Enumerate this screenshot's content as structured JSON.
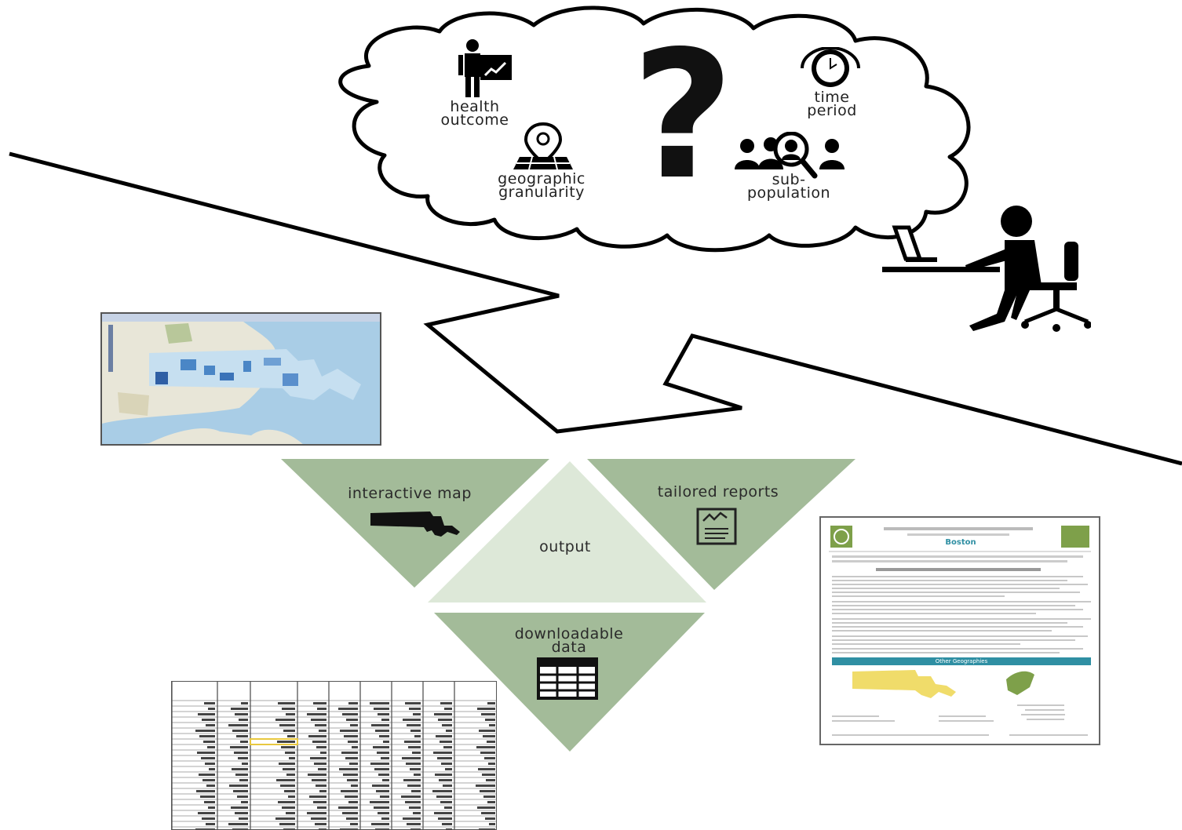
{
  "cloud": {
    "question_mark": "?",
    "items": [
      {
        "label": "health\noutcome",
        "icon": "health-outcome-icon"
      },
      {
        "label": "time\nperiod",
        "icon": "clock-icon"
      },
      {
        "label": "geographic\ngranularity",
        "icon": "map-pin-icon"
      },
      {
        "label": "sub-\npopulation",
        "icon": "population-search-icon"
      }
    ]
  },
  "user_icon": "person-at-computer-icon",
  "triangle": {
    "center": "output",
    "left": {
      "label": "interactive map",
      "icon": "massachusetts-map-icon"
    },
    "right": {
      "label": "tailored reports",
      "icon": "report-document-icon"
    },
    "bottom": {
      "label": "downloadable\ndata",
      "icon": "data-table-icon"
    }
  },
  "report_thumbnail": {
    "title": "Boston",
    "section_title": "Other Geographies"
  },
  "colors": {
    "triangle_dark": "#a3bb99",
    "triangle_light": "#dde8d8",
    "line": "#000000",
    "map_water": "#a9cde6",
    "map_highlight": "#4a86c6",
    "report_yellow": "#f0dc6a",
    "report_green": "#7ea04a",
    "report_teal": "#2f8fa3"
  }
}
